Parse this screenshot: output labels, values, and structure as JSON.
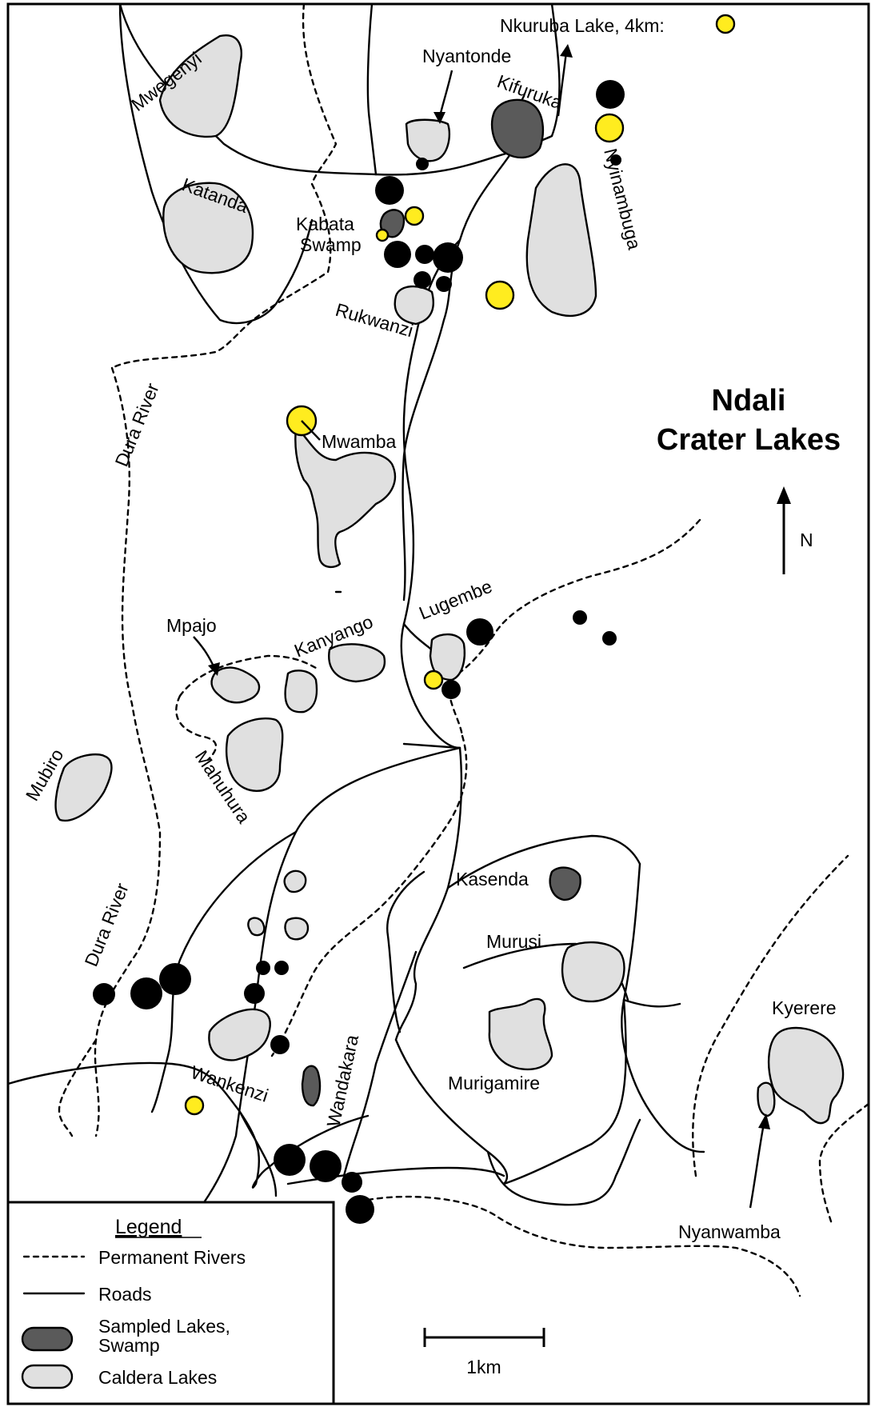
{
  "title": {
    "line1": "Ndali",
    "line2": "Crater Lakes"
  },
  "north_arrow": {
    "label": "N"
  },
  "lakes": {
    "mwegenyi": "Mwegenyi",
    "katanda": "Katanda",
    "nyantonde": "Nyantonde",
    "kifuruka": "Kifuruka",
    "nkuruba": "Nkuruba Lake, 4km:",
    "nyinambuga": "Nyinambuga",
    "kabata_swamp_1": "Kabata",
    "kabata_swamp_2": "Swamp",
    "rukwanzi": "Rukwanzi",
    "mwamba": "Mwamba",
    "mpajo": "Mpajo",
    "kanyango": "Kanyango",
    "lugembe": "Lugembe",
    "mahuhura": "Mahuhura",
    "mubiro": "Mubiro",
    "kasenda": "Kasenda",
    "murusi": "Murusi",
    "murigamire": "Murigamire",
    "wankenzi": "Wankenzi",
    "wandakara": "Wandakara",
    "kyerere": "Kyerere",
    "nyanwamba": "Nyanwamba"
  },
  "rivers": {
    "dura_north": "Dura River",
    "dura_south": "Dura River"
  },
  "legend": {
    "title": "Legend",
    "rivers": "Permanent Rivers",
    "roads": "Roads",
    "sampled_1": "Sampled Lakes,",
    "sampled_2": "Swamp",
    "caldera": "Caldera Lakes"
  },
  "scale_bar": {
    "label": "1km"
  },
  "colors": {
    "caldera_lake": "#e0e0e0",
    "sampled_lake": "#5a5a5a",
    "yellow_point": "#ffec1f",
    "black_point": "#000000"
  }
}
